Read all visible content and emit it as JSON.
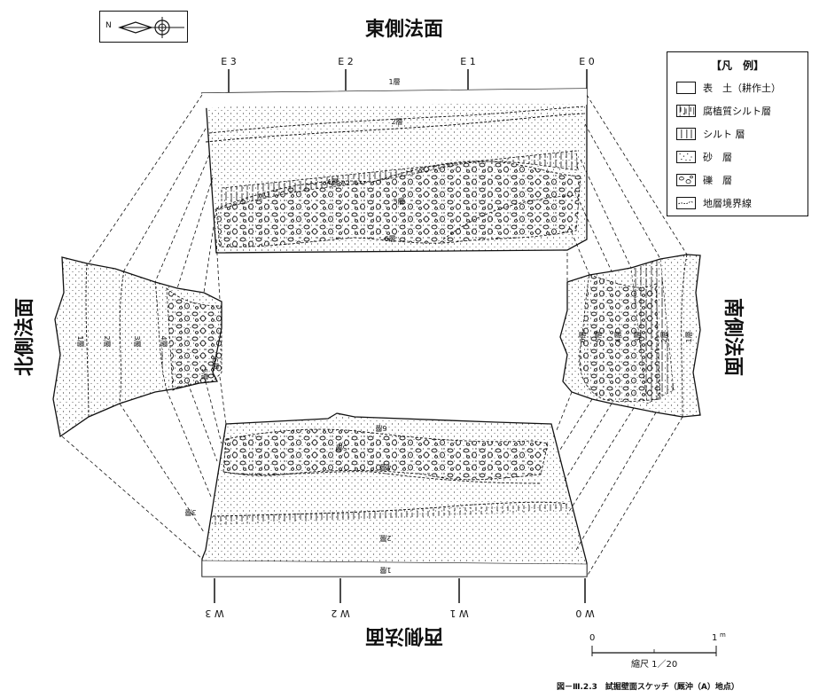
{
  "faces": {
    "east": "東側法面",
    "west": "西側法面",
    "north": "北側法面",
    "south": "南側法面"
  },
  "stakes": {
    "east": [
      "E 3",
      "E 2",
      "E 1",
      "E 0"
    ],
    "west": [
      "W 3",
      "W 2",
      "W 1",
      "W 0"
    ]
  },
  "layers": {
    "l1": "1層",
    "l2": "2層",
    "l3": "3層",
    "l4": "4層",
    "l5": "5層",
    "l6": "6層"
  },
  "legend": {
    "title": "【凡　例】",
    "items": [
      {
        "label": "表　土（耕作土）",
        "pattern": "blank"
      },
      {
        "label": "腐植質シルト層",
        "pattern": "humic"
      },
      {
        "label": "シルト 層",
        "pattern": "silt"
      },
      {
        "label": "砂　層",
        "pattern": "sand"
      },
      {
        "label": "礫　層",
        "pattern": "gravel"
      },
      {
        "label": "地層境界線",
        "pattern": "boundary"
      }
    ]
  },
  "compass": {
    "north_letter": "N",
    "icon": "north-arrow-icon"
  },
  "scale": {
    "zero": "0",
    "one": "1",
    "unit": "m",
    "label": "縮尺 1／20"
  },
  "caption": "図－Ⅲ.2.3　試掘壁面スケッチ（厩沖（A）地点）"
}
